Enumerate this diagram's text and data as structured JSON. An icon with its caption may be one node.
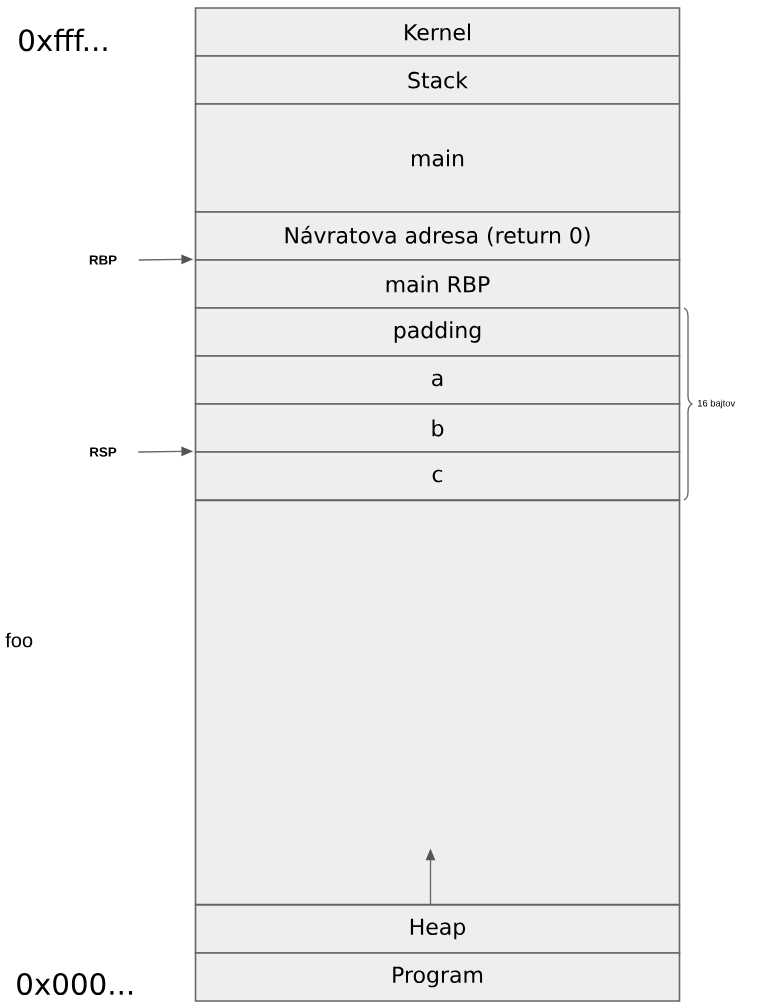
{
  "diagram": {
    "nodes": [
      {
        "text": [
          "Kernel"
        ]
      },
      {
        "text": [
          "Stack"
        ]
      },
      {
        "text": [
          "main"
        ]
      },
      {
        "text": [
          "Návratova adresa (return 0)"
        ]
      },
      {
        "text": [
          "main RBP"
        ]
      },
      {
        "text": [
          "padding"
        ]
      },
      {
        "text": [
          "a"
        ]
      },
      {
        "text": [
          "b"
        ]
      },
      {
        "text": [
          "c"
        ]
      },
      {
        "text": [],
        "shape": "box"
      },
      {
        "text": [
          "Heap"
        ]
      },
      {
        "text": [
          "Program"
        ]
      },
      {
        "text": [
          "RBP"
        ]
      },
      {
        "text": [
          "RSP"
        ]
      }
    ],
    "edges": [
      {
        "from": 12,
        "to": 4,
        "arrow": "to"
      },
      {
        "from": 13,
        "to": 8,
        "arrow": "to"
      },
      {
        "from": 10,
        "to": 9,
        "arrow": "to"
      }
    ],
    "labels": [
      "0xfff...",
      "16 bajtov",
      "foo",
      "0x000..."
    ]
  }
}
